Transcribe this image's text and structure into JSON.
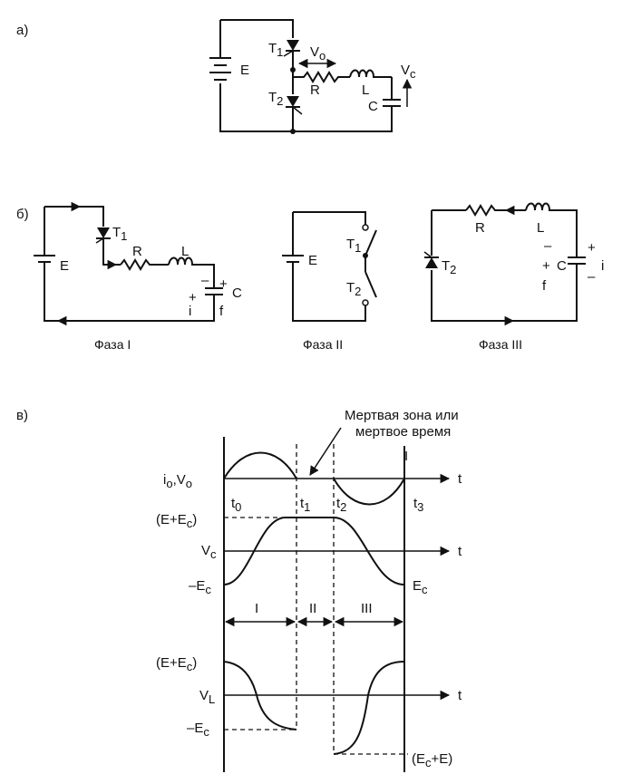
{
  "panel_labels": {
    "a": "а)",
    "b": "б)",
    "v": "в)"
  },
  "circuit_a": {
    "source": "E",
    "thyristor_top": "T",
    "thyristor_top_sub": "1",
    "thyristor_bottom": "T",
    "thyristor_bottom_sub": "2",
    "output_voltage": "V",
    "output_voltage_sub": "o",
    "resistor": "R",
    "inductor": "L",
    "capacitor": "C",
    "cap_voltage": "V",
    "cap_voltage_sub": "c"
  },
  "phase1": {
    "source": "E",
    "thyristor": "T",
    "thyristor_sub": "1",
    "resistor": "R",
    "inductor": "L",
    "capacitor": "C",
    "plus_top": "+",
    "minus_top": "–",
    "plus_left": "+",
    "current": "i",
    "f_label": "f",
    "caption": "Фаза I"
  },
  "phase2": {
    "source": "E",
    "switch_top": "T",
    "switch_top_sub": "1",
    "switch_bottom": "T",
    "switch_bottom_sub": "2",
    "caption": "Фаза II"
  },
  "phase3": {
    "resistor": "R",
    "inductor": "L",
    "thyristor": "T",
    "thyristor_sub": "2",
    "capacitor": "C",
    "plus_right": "+",
    "minus_right": "–",
    "minus_left": "–",
    "plus_left": "+",
    "current": "i",
    "f_label": "f",
    "caption": "Фаза III"
  },
  "graphs": {
    "annotation_line1": "Мертвая зона или",
    "annotation_line2": "мертвое время",
    "axis_t": "t",
    "io_label": "i",
    "io_sub": "o",
    "io_sep": ",V",
    "io_sub2": "o",
    "current_marker": "I",
    "t0": "t",
    "t0_sub": "0",
    "t1": "t",
    "t1_sub": "1",
    "t2": "t",
    "t2_sub": "2",
    "t3": "t",
    "t3_sub": "3",
    "ee_top": "(E+E",
    "ee_top_sub": "c",
    "ee_top_end": ")",
    "vc": "V",
    "vc_sub": "c",
    "neg_ec": "–E",
    "neg_ec_sub": "c",
    "ec_right": "E",
    "ec_right_sub": "c",
    "phase_i": "I",
    "phase_ii": "II",
    "phase_iii": "III",
    "vl_top": "(E+E",
    "vl_top_sub": "c",
    "vl_top_end": ")",
    "vl": "V",
    "vl_sub": "L",
    "vl_neg_ec": "–E",
    "vl_neg_ec_sub": "c",
    "vl_bottom": "(E",
    "vl_bottom_sub": "c",
    "vl_bottom_end": "+E)"
  }
}
